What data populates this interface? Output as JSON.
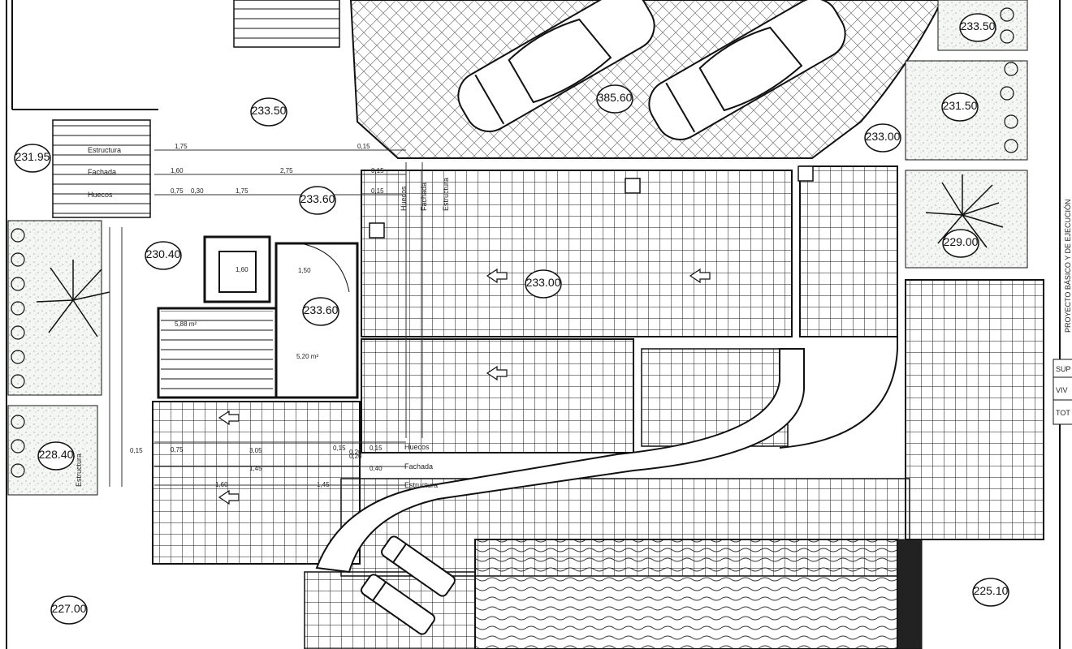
{
  "levels": [
    {
      "id": "lvl-233-50-top-right",
      "value": "233.50"
    },
    {
      "id": "lvl-385-60",
      "value": "385.60"
    },
    {
      "id": "lvl-233-50-north",
      "value": "233.50"
    },
    {
      "id": "lvl-231-50",
      "value": "231.50"
    },
    {
      "id": "lvl-231-95",
      "value": "231.95"
    },
    {
      "id": "lvl-233-00-corner",
      "value": "233.00"
    },
    {
      "id": "lvl-233-60-stair",
      "value": "233.60"
    },
    {
      "id": "lvl-230-40",
      "value": "230.40"
    },
    {
      "id": "lvl-233-60-room",
      "value": "233.60"
    },
    {
      "id": "lvl-233-00-terrace",
      "value": "233.00"
    },
    {
      "id": "lvl-229-00",
      "value": "229.00"
    },
    {
      "id": "lvl-228-40",
      "value": "228.40"
    },
    {
      "id": "lvl-227-00",
      "value": "227.00"
    },
    {
      "id": "lvl-225-10",
      "value": "225.10"
    }
  ],
  "labels": {
    "estructura_top": "Estructura",
    "fachada_top": "Fachada",
    "huecos_top": "Huecos",
    "huecos_mid": "Huecos",
    "fachada_mid": "Fachada",
    "estructura_mid": "Estructura",
    "huecos_low": "Huecos",
    "fachada_low": "Fachada",
    "estructura_low": "Estructura",
    "estructura_side": "Estructura"
  },
  "dimensions": [
    "1,75",
    "1,60",
    "0,75",
    "0,30",
    "1,75",
    "2,75",
    "0,15",
    "0,15",
    "0,15",
    "1,50",
    "1,60",
    "3,05",
    "0,15",
    "0,20",
    "0,15",
    "1,45",
    "0,40",
    "0,20",
    "0,15",
    "1,60",
    "1,45",
    "0,75"
  ],
  "areas": {
    "stair_area": "5,88 m²",
    "room_area": "5,20 m²"
  },
  "table": {
    "header": "SUP",
    "row1": "VIV",
    "row2": "TOT"
  },
  "side_note": "PROYECTO BÁSICO Y DE EJECUCIÓN"
}
